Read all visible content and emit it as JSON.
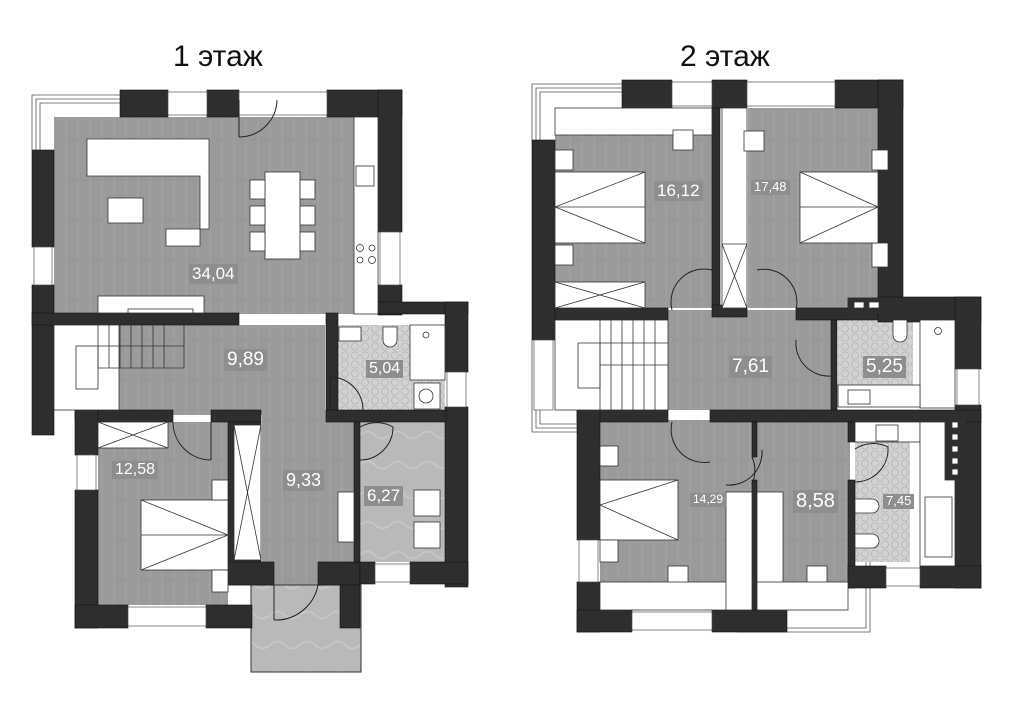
{
  "floors": [
    {
      "title": "1 этаж",
      "rooms": [
        {
          "name": "living-kitchen",
          "area": "34,04"
        },
        {
          "name": "hall",
          "area": "9,89"
        },
        {
          "name": "bathroom",
          "area": "5,04"
        },
        {
          "name": "bedroom",
          "area": "12,58"
        },
        {
          "name": "corridor",
          "area": "9,33"
        },
        {
          "name": "utility",
          "area": "6,27"
        }
      ]
    },
    {
      "title": "2 этаж",
      "rooms": [
        {
          "name": "bedroom-left",
          "area": "16,12"
        },
        {
          "name": "bedroom-right",
          "area": "17,48"
        },
        {
          "name": "hall",
          "area": "7,61"
        },
        {
          "name": "bathroom",
          "area": "5,25"
        },
        {
          "name": "bedroom-bottom",
          "area": "14,29"
        },
        {
          "name": "room",
          "area": "8,58"
        },
        {
          "name": "bathroom-2",
          "area": "7,45"
        }
      ]
    }
  ],
  "colors": {
    "wall": "#2e2e2e",
    "floor_wood": "#9a9a9a",
    "floor_tile": "#cfcfcf",
    "label_bg": "#8e8e8e",
    "label_text": "#ffffff"
  }
}
